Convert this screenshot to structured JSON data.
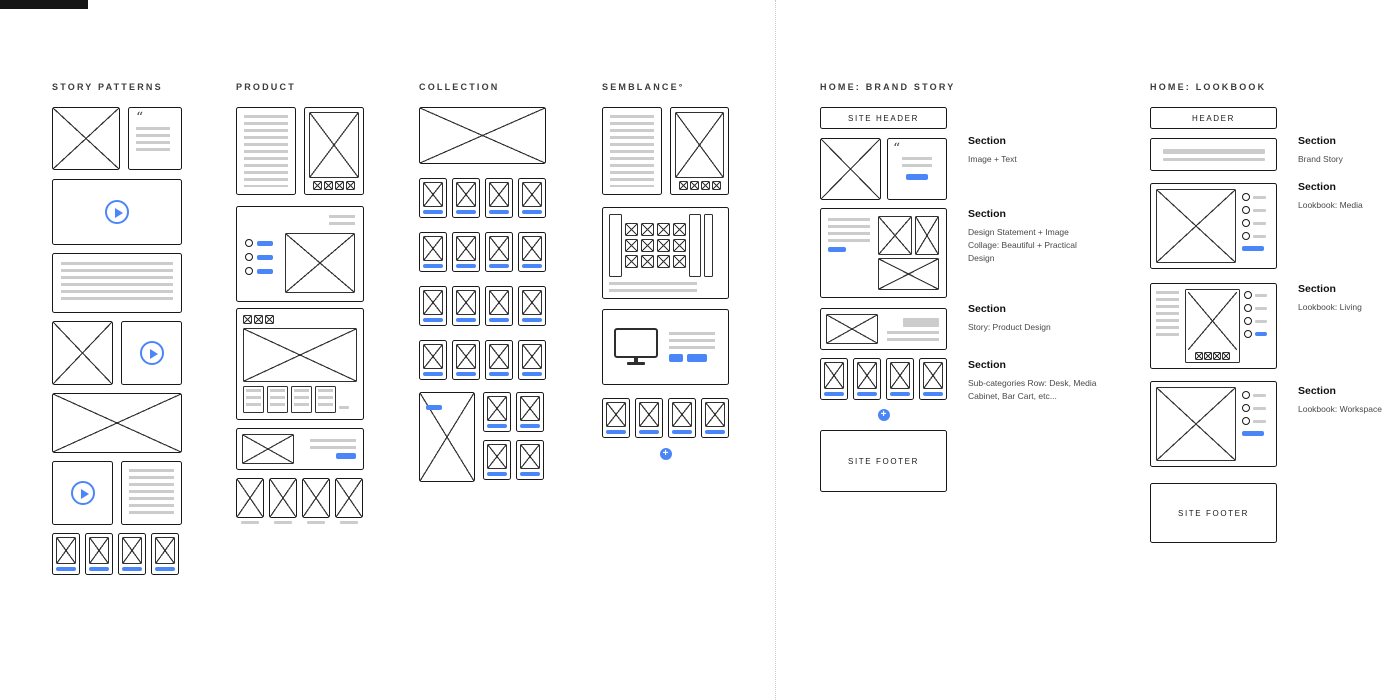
{
  "meta": {
    "accent": "#4a86f7",
    "stroke": "#191919",
    "line_gray": "#cccccc"
  },
  "icons": {
    "quote": "“",
    "plus": "+"
  },
  "columns": {
    "story_patterns": {
      "title": "STORY PATTERNS"
    },
    "product": {
      "title": "PRODUCT"
    },
    "collection": {
      "title": "COLLECTION"
    },
    "semblance": {
      "title": "SEMBLANCE°"
    },
    "brand_story": {
      "title": "HOME: BRAND STORY",
      "header": "SITE HEADER",
      "footer": "SITE FOOTER",
      "annotations": [
        {
          "label": "Section",
          "desc": "Image + Text"
        },
        {
          "label": "Section",
          "desc": "Design Statement + Image Collage: Beautiful + Practical Design"
        },
        {
          "label": "Section",
          "desc": "Story: Product Design"
        },
        {
          "label": "Section",
          "desc": "Sub-categories Row: Desk, Media Cabinet, Bar Cart, etc..."
        }
      ]
    },
    "lookbook": {
      "title": "HOME: LOOKBOOK",
      "header": "HEADER",
      "footer": "SITE FOOTER",
      "annotations": [
        {
          "label": "Section",
          "desc": "Brand Story"
        },
        {
          "label": "Section",
          "desc": "Lookbook: Media"
        },
        {
          "label": "Section",
          "desc": "Lookbook: Living"
        },
        {
          "label": "Section",
          "desc": "Lookbook: Workspace"
        }
      ]
    }
  }
}
